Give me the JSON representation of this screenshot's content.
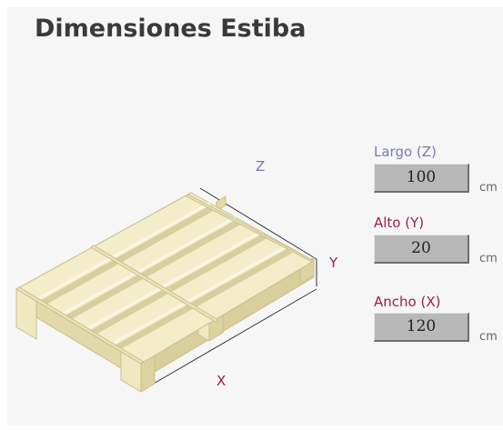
{
  "title": "Dimensiones Estiba",
  "axes": {
    "z": "Z",
    "y": "Y",
    "x": "X"
  },
  "colors": {
    "axis_z": "#7a7ab4",
    "axis_y": "#9c1e4e",
    "axis_x": "#9c1e4e",
    "label_largo": "#7a7ab4",
    "label_alto": "#9c1e4e",
    "label_ancho": "#9c1e4e",
    "wood_top": "#f1ebc6",
    "wood_side": "#e2d9a9",
    "wood_edge": "#c9be88"
  },
  "fields": {
    "largo": {
      "label": "Largo (Z)",
      "value": "100",
      "unit": "cm"
    },
    "alto": {
      "label": "Alto (Y)",
      "value": "20",
      "unit": "cm"
    },
    "ancho": {
      "label": "Ancho (X)",
      "value": "120",
      "unit": "cm"
    }
  }
}
